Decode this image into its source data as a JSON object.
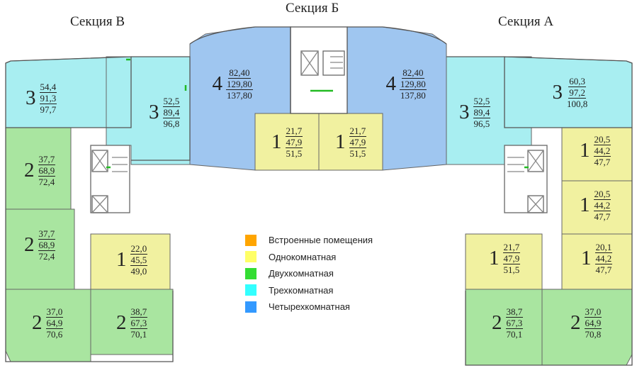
{
  "sections": [
    {
      "id": "v",
      "title": "Секция В"
    },
    {
      "id": "b",
      "title": "Секция Б"
    },
    {
      "id": "a",
      "title": "Секция А"
    }
  ],
  "legend": [
    {
      "label": "Встроенные помещения",
      "color": "#FFA500"
    },
    {
      "label": "Однокомнатная",
      "color": "#FFFF66"
    },
    {
      "label": "Двухкомнатная",
      "color": "#33DD33"
    },
    {
      "label": "Трехкомнатная",
      "color": "#33FFFF"
    },
    {
      "label": "Четырехкомнатная",
      "color": "#3399FF"
    }
  ],
  "fills": {
    "1": "#F1F1A0",
    "2": "#A9E5A0",
    "3": "#A8EEF1",
    "4": "#9FC6F0"
  },
  "apartments": [
    {
      "id": "v-3-top",
      "section": "Секция В",
      "rooms": "3",
      "areas": [
        "54,4",
        "91,3",
        "97,7"
      ]
    },
    {
      "id": "v-3-right",
      "section": "Секция В",
      "rooms": "3",
      "areas": [
        "52,5",
        "89,4",
        "96,8"
      ]
    },
    {
      "id": "v-2-upper",
      "section": "Секция В",
      "rooms": "2",
      "areas": [
        "37,7",
        "68,9",
        "72,4"
      ]
    },
    {
      "id": "v-2-middle",
      "section": "Секция В",
      "rooms": "2",
      "areas": [
        "37,7",
        "68,9",
        "72,4"
      ]
    },
    {
      "id": "v-1",
      "section": "Секция В",
      "rooms": "1",
      "areas": [
        "22,0",
        "45,5",
        "49,0"
      ]
    },
    {
      "id": "v-2-bottom-left",
      "section": "Секция В",
      "rooms": "2",
      "areas": [
        "37,0",
        "64,9",
        "70,6"
      ]
    },
    {
      "id": "v-2-bottom-right",
      "section": "Секция В",
      "rooms": "2",
      "areas": [
        "38,7",
        "67,3",
        "70,1"
      ]
    },
    {
      "id": "b-4-left",
      "section": "Секция Б",
      "rooms": "4",
      "areas": [
        "82,40",
        "129,80",
        "137,80"
      ]
    },
    {
      "id": "b-4-right",
      "section": "Секция Б",
      "rooms": "4",
      "areas": [
        "82,40",
        "129,80",
        "137,80"
      ]
    },
    {
      "id": "b-1-left",
      "section": "Секция Б",
      "rooms": "1",
      "areas": [
        "21,7",
        "47,9",
        "51,5"
      ]
    },
    {
      "id": "b-1-right",
      "section": "Секция Б",
      "rooms": "1",
      "areas": [
        "21,7",
        "47,9",
        "51,5"
      ]
    },
    {
      "id": "a-3-left",
      "section": "Секция А",
      "rooms": "3",
      "areas": [
        "52,5",
        "89,4",
        "96,5"
      ]
    },
    {
      "id": "a-3-top",
      "section": "Секция А",
      "rooms": "3",
      "areas": [
        "60,3",
        "97,2",
        "100,8"
      ]
    },
    {
      "id": "a-1-upper",
      "section": "Секция А",
      "rooms": "1",
      "areas": [
        "20,5",
        "44,2",
        "47,7"
      ]
    },
    {
      "id": "a-1-middle",
      "section": "Секция А",
      "rooms": "1",
      "areas": [
        "20,5",
        "44,2",
        "47,7"
      ]
    },
    {
      "id": "a-1-left",
      "section": "Секция А",
      "rooms": "1",
      "areas": [
        "21,7",
        "47,9",
        "51,5"
      ]
    },
    {
      "id": "a-1-lower",
      "section": "Секция А",
      "rooms": "1",
      "areas": [
        "20,1",
        "44,2",
        "47,7"
      ]
    },
    {
      "id": "a-2-bottom-left",
      "section": "Секция А",
      "rooms": "2",
      "areas": [
        "38,7",
        "67,3",
        "70,1"
      ]
    },
    {
      "id": "a-2-bottom-right",
      "section": "Секция А",
      "rooms": "2",
      "areas": [
        "37,0",
        "64,9",
        "70,8"
      ]
    }
  ]
}
